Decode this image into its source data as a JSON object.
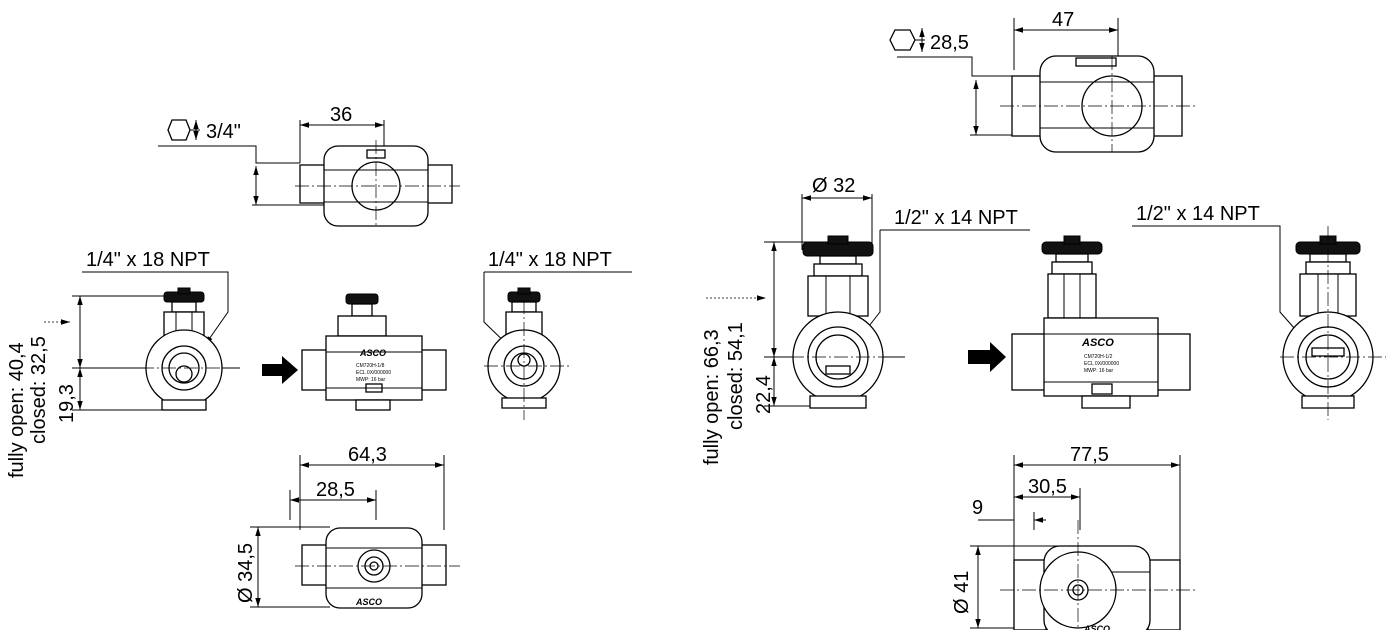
{
  "small_valve": {
    "hex_size": "3/4\"",
    "top_width": "36",
    "thread_left": "1/4\" x 18 NPT",
    "thread_right": "1/4\" x 18 NPT",
    "height_open": "fully open: 40,4",
    "height_closed": "closed: 32,5",
    "axis_height": "19,3",
    "overall_length": "64,3",
    "mount_offset": "28,5",
    "mount_diameter": "Ø 34,5",
    "brand": "ASCO",
    "label_line1": "CM720H-1/8",
    "label_line2": "ECL 0X/000000",
    "label_line3": "MWP: 16 bar"
  },
  "large_valve": {
    "hex_size": "28,5",
    "top_width": "47",
    "knob_diameter": "Ø 32",
    "thread_left": "1/2\" x 14 NPT",
    "thread_right": "1/2\" x 14 NPT",
    "height_open": "fully open: 66,3",
    "height_closed": "closed: 54,1",
    "axis_height": "22,4",
    "overall_length": "77,5",
    "mount_offset": "30,5",
    "edge_offset": "9",
    "mount_diameter": "Ø 41",
    "brand": "ASCO",
    "label_line1": "CM720H-1/2",
    "label_line2": "ECL 0X/000000",
    "label_line3": "MWP: 16 bar"
  },
  "icons": [
    "hexagon-icon",
    "flow-arrow-icon"
  ]
}
